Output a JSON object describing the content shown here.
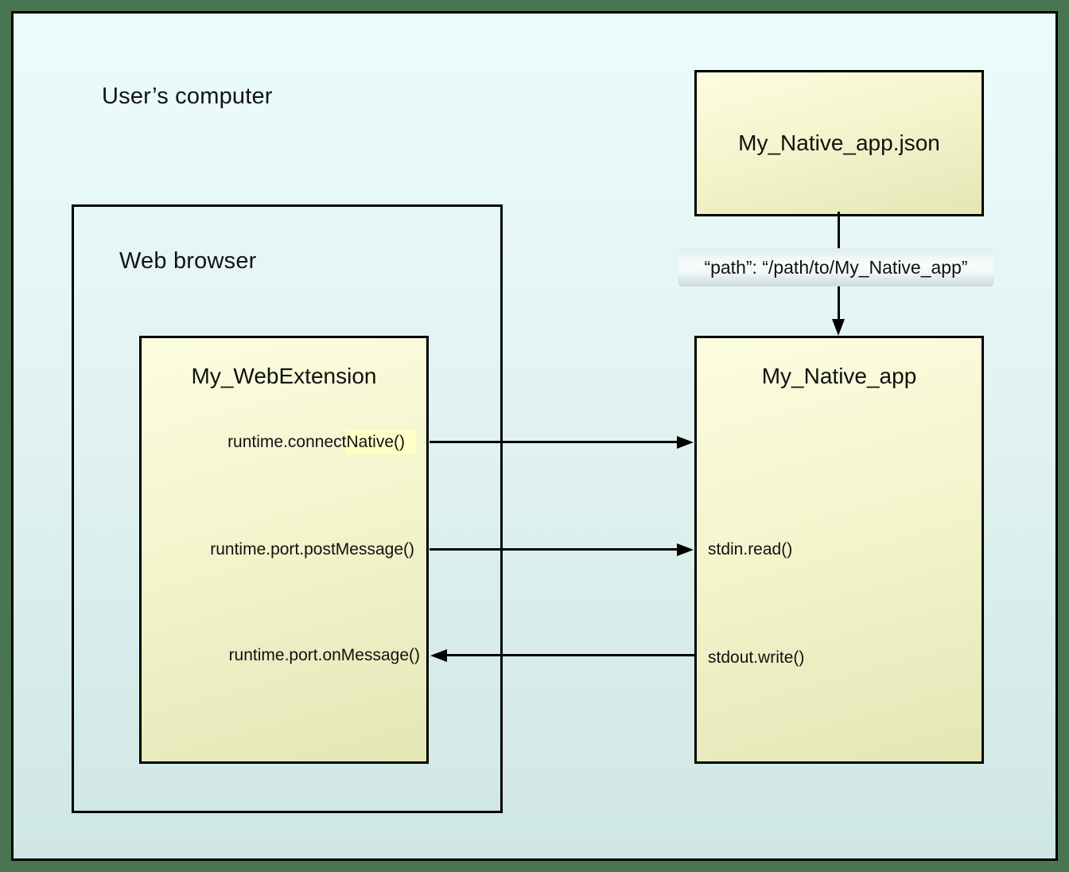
{
  "diagram": {
    "outer_label": "User’s computer",
    "browser": {
      "label": "Web browser"
    },
    "webext": {
      "title": "My_WebExtension",
      "methods": {
        "connect_prefix": "runtime.connect",
        "connect_highlight": "Native()",
        "post_message": "runtime.port.postMessage()",
        "on_message": "runtime.port.onMessage()"
      }
    },
    "native_json": {
      "title": "My_Native_app.json"
    },
    "native_app": {
      "title": "My_Native_app",
      "methods": {
        "stdin": "stdin.read()",
        "stdout": "stdout.write()"
      }
    },
    "path_label": "“path”: “/path/to/My_Native_app”",
    "colors": {
      "frame_green": "#4a7551",
      "panel_gradient_top": "#ecfcfc",
      "panel_gradient_bottom": "#cfe7e3",
      "box_gradient_top": "#fbfddf",
      "box_gradient_bottom": "#e3e7b6",
      "highlight_yellow": "#ffffc6",
      "line_black": "#000000"
    }
  }
}
